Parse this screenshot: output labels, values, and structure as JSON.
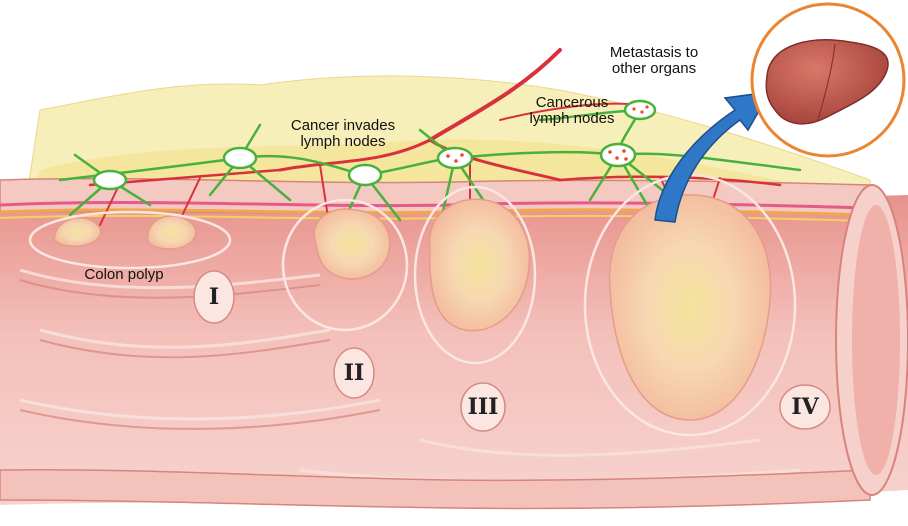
{
  "labels": {
    "colon_polyp": "Colon polyp",
    "lymph_invade_line1": "Cancer invades",
    "lymph_invade_line2": "lymph nodes",
    "cancerous_line1": "Cancerous",
    "cancerous_line2": "lymph nodes",
    "metastasis_line1": "Metastasis to",
    "metastasis_line2": "other organs"
  },
  "stages": {
    "one": "I",
    "two": "II",
    "three": "III",
    "four": "IV"
  },
  "colors": {
    "colon_wall": "#e9a7a3",
    "colon_inner": "#f4c2bd",
    "fat": "#f7eeb4",
    "lymph": "#49b23c",
    "vessel": "#d8313b",
    "tumor": "#f6c6a6",
    "tumor_core": "#f1df8d",
    "arrow": "#2f78c8",
    "inset_ring": "#ec8531",
    "liver": "#b95045"
  }
}
